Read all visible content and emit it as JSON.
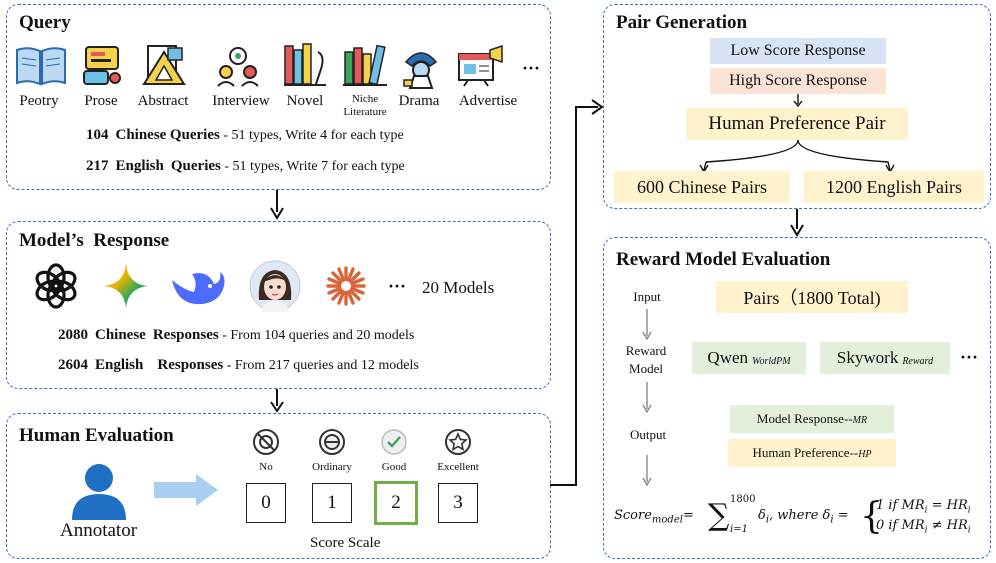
{
  "query": {
    "title": "Query",
    "items": [
      {
        "label": "Peotry",
        "icon": "book-icon"
      },
      {
        "label": "Prose",
        "icon": "prose-icon"
      },
      {
        "label": "Abstract",
        "icon": "abstract-icon"
      },
      {
        "label": "Interview",
        "icon": "interview-icon"
      },
      {
        "label": "Novel",
        "icon": "novel-icon"
      },
      {
        "label_line1": "Niche",
        "label_line2": "Literature",
        "icon": "niche-literature-icon"
      },
      {
        "label": "Drama",
        "icon": "drama-icon"
      },
      {
        "label": "Advertise",
        "icon": "advertise-icon"
      }
    ],
    "ellipsis": "···",
    "stats": [
      {
        "count": "104",
        "lang": "Chinese",
        "kind": "Queries",
        "desc": " - 51 types, Write 4 for each type"
      },
      {
        "count": "217",
        "lang": "English",
        "kind": "Queries",
        "desc": " - 51 types, Write 7 for each type"
      }
    ]
  },
  "response": {
    "title": "Model’s  Response",
    "models_label": "20 Models",
    "ellipsis": "···",
    "stats": [
      {
        "count": "2080",
        "lang": "Chinese",
        "kind": "Responses",
        "desc": " - From 104 queries and 20 models"
      },
      {
        "count": "2604",
        "lang": "English",
        "kind": "Responses",
        "desc": " - From 217 queries and 12 models"
      }
    ]
  },
  "human": {
    "title": "Human Evaluation",
    "annotator": "Annotator",
    "levels": [
      {
        "label": "No",
        "score": "0"
      },
      {
        "label": "Ordinary",
        "score": "1"
      },
      {
        "label": "Good",
        "score": "2"
      },
      {
        "label": "Excellent",
        "score": "3"
      }
    ],
    "scale_label": "Score Scale",
    "highlight_color": "#70ad47"
  },
  "pair": {
    "title": "Pair Generation",
    "low": "Low Score Response",
    "high": "High Score Response",
    "pref": "Human Preference Pair",
    "zh": "600 Chinese Pairs",
    "en": "1200 English Pairs"
  },
  "reward": {
    "title": "Reward Model Evaluation",
    "input_label": "Input",
    "input_value": "Pairs（1800 Total)",
    "rm_label_line1": "Reward",
    "rm_label_line2": "Model",
    "qwen": "Qwen",
    "qwen_sub": "WorldPM",
    "skywork": "Skywork",
    "skywork_sub": "Reward",
    "ellipsis": "···",
    "output_label": "Output",
    "mr": "Model Response--",
    "mr_sub": "MR",
    "hp": "Human Preference--",
    "hp_sub": "HP",
    "formula": {
      "lhs": "Score",
      "lhs_sub": "model",
      "eq": "=",
      "sigma": "∑",
      "upper": "1800",
      "lower": "i=1",
      "delta": "δ",
      "i": "i",
      "where": ", where δ",
      "case1": "1  if MR",
      "case1_rel": " = HR",
      "case2": "0  if MR",
      "case2_rel": " ≠ HR"
    }
  },
  "colors": {
    "panel_border": "#3a6fc4",
    "blue_box": "#dae3f3",
    "pink_box": "#fbe3d6",
    "cream_box": "#fff2cc",
    "green_box": "#e2efda",
    "person": "#1f6fc5",
    "arrow_light": "#a9cff0"
  }
}
